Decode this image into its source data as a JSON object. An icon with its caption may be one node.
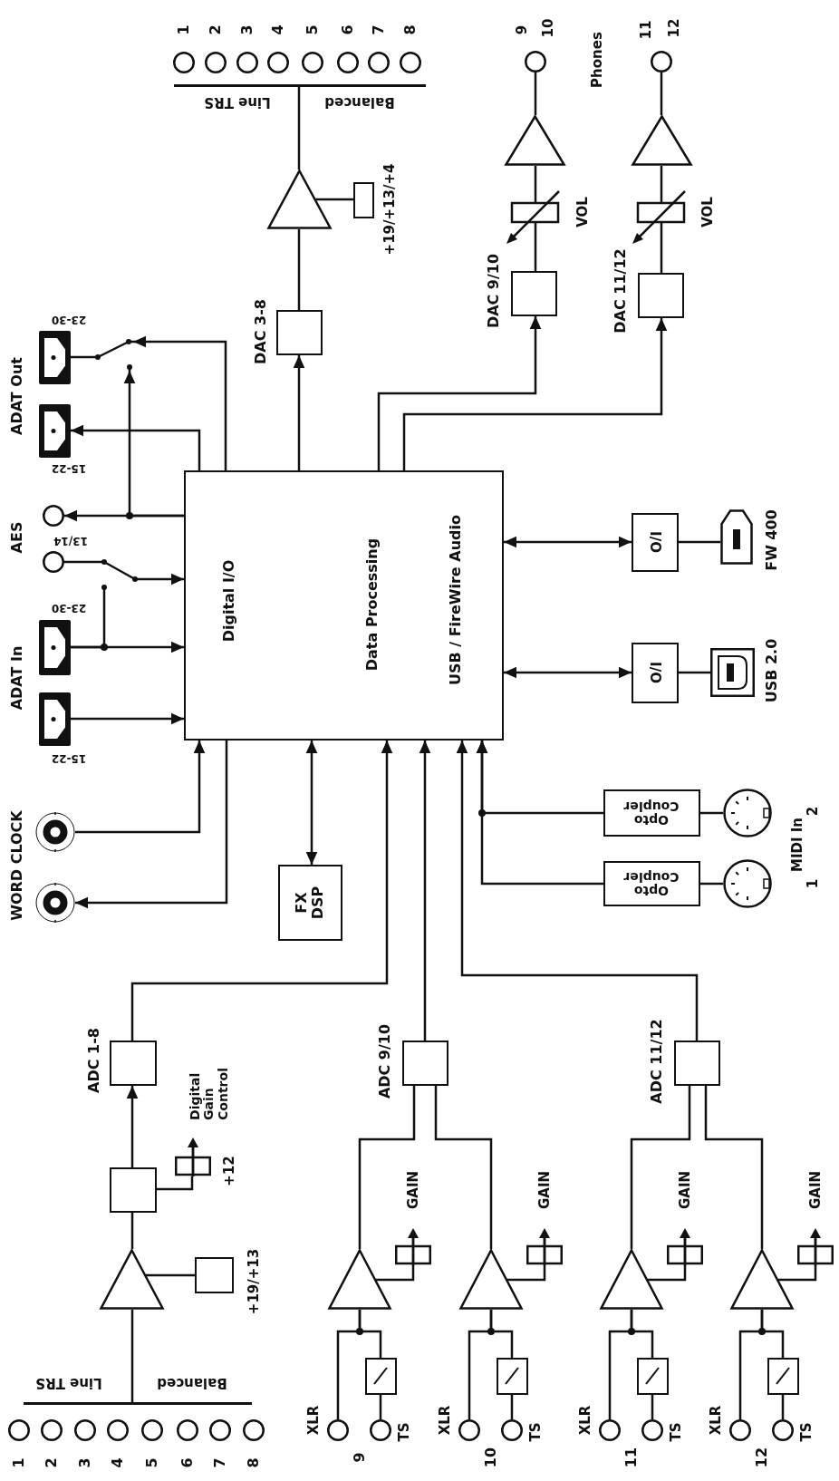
{
  "diagram": {
    "nodes": [
      {
        "text": [
          "Digital I/O",
          "Data Processing",
          "USB / FireWire Audio"
        ]
      },
      {
        "text": [],
        "shape": "circle",
        "beside": [
          "1"
        ]
      },
      {
        "text": [],
        "shape": "circle",
        "beside": [
          "2"
        ]
      },
      {
        "text": [],
        "shape": "circle",
        "beside": [
          "3"
        ]
      },
      {
        "text": [],
        "shape": "circle",
        "beside": [
          "4"
        ]
      },
      {
        "text": [],
        "shape": "circle",
        "beside": [
          "5"
        ]
      },
      {
        "text": [],
        "shape": "circle",
        "beside": [
          "6"
        ]
      },
      {
        "text": [],
        "shape": "circle",
        "beside": [
          "7"
        ]
      },
      {
        "text": [],
        "shape": "circle",
        "beside": [
          "8"
        ]
      },
      {
        "text": [],
        "shape": "bar",
        "beside": [
          "Balanced",
          "Line TRS"
        ]
      },
      {
        "text": [],
        "shape": "triangle"
      },
      {
        "text": [],
        "shape": "box",
        "beside": [
          "+19/+13/+4"
        ]
      },
      {
        "text": [],
        "shape": "box",
        "beside": [
          "DAC 3-8"
        ]
      },
      {
        "text": [],
        "shape": "circle",
        "beside": [
          "9",
          "10"
        ]
      },
      {
        "text": [],
        "shape": "circle",
        "beside": [
          "11",
          "12"
        ]
      },
      {
        "text": [],
        "shape": "triangle"
      },
      {
        "text": [],
        "shape": "box",
        "beside": [
          "VOL"
        ]
      },
      {
        "text": [],
        "shape": "box",
        "beside": [
          "DAC 9/10"
        ]
      },
      {
        "text": [],
        "shape": "triangle"
      },
      {
        "text": [],
        "shape": "box",
        "beside": [
          "VOL"
        ]
      },
      {
        "text": [],
        "shape": "box",
        "beside": [
          "DAC 11/12"
        ]
      },
      {
        "text": [],
        "shape": "connector",
        "beside": [
          "23-30"
        ]
      },
      {
        "text": [],
        "shape": "connector",
        "beside": [
          "15-22"
        ]
      },
      {
        "text": [],
        "shape": "switch"
      },
      {
        "text": [],
        "shape": "circle"
      },
      {
        "text": [],
        "shape": "circle"
      },
      {
        "text": [],
        "shape": "switch"
      },
      {
        "text": [],
        "shape": "connector",
        "beside": [
          "23-30"
        ]
      },
      {
        "text": [],
        "shape": "connector",
        "beside": [
          "15-22"
        ]
      },
      {
        "text": [],
        "shape": "connector"
      },
      {
        "text": [],
        "shape": "connector"
      },
      {
        "text": [
          "FX DSP"
        ]
      },
      {
        "text": [],
        "shape": "box",
        "beside": [
          "ADC 1-8"
        ]
      },
      {
        "text": [],
        "shape": "box"
      },
      {
        "text": [],
        "shape": "box",
        "beside": [
          "Digital Gain Control",
          "+12"
        ]
      },
      {
        "text": [],
        "shape": "triangle"
      },
      {
        "text": [],
        "shape": "box",
        "beside": [
          "+19/+13"
        ]
      },
      {
        "text": [],
        "shape": "bar",
        "beside": [
          "Balanced",
          "Line TRS"
        ]
      },
      {
        "text": [],
        "shape": "circle",
        "beside": [
          "1"
        ]
      },
      {
        "text": [],
        "shape": "circle",
        "beside": [
          "2"
        ]
      },
      {
        "text": [],
        "shape": "circle",
        "beside": [
          "3"
        ]
      },
      {
        "text": [],
        "shape": "circle",
        "beside": [
          "4"
        ]
      },
      {
        "text": [],
        "shape": "circle",
        "beside": [
          "5"
        ]
      },
      {
        "text": [],
        "shape": "circle",
        "beside": [
          "6"
        ]
      },
      {
        "text": [],
        "shape": "circle",
        "beside": [
          "7"
        ]
      },
      {
        "text": [],
        "shape": "circle",
        "beside": [
          "8"
        ]
      },
      {
        "text": [],
        "shape": "box",
        "beside": [
          "ADC 9/10"
        ]
      },
      {
        "text": [],
        "shape": "box",
        "beside": [
          "ADC 11/12"
        ]
      },
      {
        "text": [],
        "shape": "triangle"
      },
      {
        "text": [],
        "shape": "box",
        "beside": [
          "GAIN"
        ]
      },
      {
        "text": [],
        "shape": "box"
      },
      {
        "text": [],
        "shape": "circle",
        "beside": [
          "XLR"
        ]
      },
      {
        "text": [],
        "shape": "circle",
        "beside": [
          "TS"
        ]
      },
      {
        "text": [],
        "shape": "triangle"
      },
      {
        "text": [],
        "shape": "box",
        "beside": [
          "GAIN"
        ]
      },
      {
        "text": [],
        "shape": "box"
      },
      {
        "text": [],
        "shape": "circle",
        "beside": [
          "XLR"
        ]
      },
      {
        "text": [],
        "shape": "circle",
        "beside": [
          "TS"
        ]
      },
      {
        "text": [],
        "shape": "triangle"
      },
      {
        "text": [],
        "shape": "box",
        "beside": [
          "GAIN"
        ]
      },
      {
        "text": [],
        "shape": "box"
      },
      {
        "text": [],
        "shape": "circle",
        "beside": [
          "XLR"
        ]
      },
      {
        "text": [],
        "shape": "circle",
        "beside": [
          "TS"
        ]
      },
      {
        "text": [],
        "shape": "triangle"
      },
      {
        "text": [],
        "shape": "box",
        "beside": [
          "GAIN"
        ]
      },
      {
        "text": [],
        "shape": "box"
      },
      {
        "text": [],
        "shape": "circle",
        "beside": [
          "XLR"
        ]
      },
      {
        "text": [],
        "shape": "circle",
        "beside": [
          "TS"
        ]
      },
      {
        "text": [
          "Opto Coupler"
        ]
      },
      {
        "text": [
          "Opto Coupler"
        ]
      },
      {
        "text": [],
        "shape": "connector",
        "beside": [
          "2"
        ]
      },
      {
        "text": [],
        "shape": "connector",
        "beside": [
          "1"
        ]
      },
      {
        "text": [
          "I/O"
        ]
      },
      {
        "text": [
          "I/O"
        ]
      },
      {
        "text": [],
        "shape": "connector",
        "beside": [
          "FW 400"
        ]
      },
      {
        "text": [],
        "shape": "connector",
        "beside": [
          "USB 2.0"
        ]
      }
    ],
    "edges": [
      {
        "from": 0,
        "to": 12,
        "arrow": "to"
      },
      {
        "from": 12,
        "to": 10,
        "arrow": "none"
      },
      {
        "from": 10,
        "to": 9,
        "arrow": "none"
      },
      {
        "from": 10,
        "to": 11,
        "arrow": "none"
      },
      {
        "from": 0,
        "to": 17,
        "arrow": "to"
      },
      {
        "from": 17,
        "to": 16,
        "arrow": "none"
      },
      {
        "from": 16,
        "to": 15,
        "arrow": "none"
      },
      {
        "from": 15,
        "to": 13,
        "arrow": "none"
      },
      {
        "from": 0,
        "to": 20,
        "arrow": "to"
      },
      {
        "from": 20,
        "to": 19,
        "arrow": "none"
      },
      {
        "from": 19,
        "to": 18,
        "arrow": "none"
      },
      {
        "from": 18,
        "to": 14,
        "arrow": "none"
      },
      {
        "from": 0,
        "to": 22,
        "arrow": "to"
      },
      {
        "from": 0,
        "to": 23,
        "arrow": "to"
      },
      {
        "from": 23,
        "to": 21,
        "arrow": "none"
      },
      {
        "from": 0,
        "to": 24,
        "arrow": "to"
      },
      {
        "from": 0,
        "to": 23,
        "arrow": "to"
      },
      {
        "from": 25,
        "to": 26,
        "arrow": "none"
      },
      {
        "from": 26,
        "to": 0,
        "arrow": "to"
      },
      {
        "from": 27,
        "to": 0,
        "arrow": "to"
      },
      {
        "from": 27,
        "to": 26,
        "arrow": "none"
      },
      {
        "from": 28,
        "to": 0,
        "arrow": "to"
      },
      {
        "from": 29,
        "to": 0,
        "arrow": "to"
      },
      {
        "from": 0,
        "to": 30,
        "arrow": "to"
      },
      {
        "from": 0,
        "to": 31,
        "arrow": "both"
      },
      {
        "from": 32,
        "to": 0,
        "arrow": "to"
      },
      {
        "from": 33,
        "to": 32,
        "arrow": "to"
      },
      {
        "from": 33,
        "to": 34,
        "arrow": "none"
      },
      {
        "from": 35,
        "to": 33,
        "arrow": "none"
      },
      {
        "from": 35,
        "to": 36,
        "arrow": "none"
      },
      {
        "from": 37,
        "to": 35,
        "arrow": "none"
      },
      {
        "from": 46,
        "to": 0,
        "arrow": "to"
      },
      {
        "from": 47,
        "to": 0,
        "arrow": "to"
      },
      {
        "from": 48,
        "to": 46,
        "arrow": "none"
      },
      {
        "from": 48,
        "to": 49,
        "arrow": "none"
      },
      {
        "from": 51,
        "to": 48,
        "arrow": "none"
      },
      {
        "from": 50,
        "to": 48,
        "arrow": "none"
      },
      {
        "from": 52,
        "to": 50,
        "arrow": "none"
      },
      {
        "from": 53,
        "to": 46,
        "arrow": "none"
      },
      {
        "from": 53,
        "to": 54,
        "arrow": "none"
      },
      {
        "from": 56,
        "to": 53,
        "arrow": "none"
      },
      {
        "from": 55,
        "to": 53,
        "arrow": "none"
      },
      {
        "from": 57,
        "to": 55,
        "arrow": "none"
      },
      {
        "from": 58,
        "to": 47,
        "arrow": "none"
      },
      {
        "from": 58,
        "to": 59,
        "arrow": "none"
      },
      {
        "from": 61,
        "to": 58,
        "arrow": "none"
      },
      {
        "from": 60,
        "to": 58,
        "arrow": "none"
      },
      {
        "from": 62,
        "to": 60,
        "arrow": "none"
      },
      {
        "from": 63,
        "to": 47,
        "arrow": "none"
      },
      {
        "from": 63,
        "to": 64,
        "arrow": "none"
      },
      {
        "from": 66,
        "to": 63,
        "arrow": "none"
      },
      {
        "from": 65,
        "to": 63,
        "arrow": "none"
      },
      {
        "from": 67,
        "to": 65,
        "arrow": "none"
      },
      {
        "from": 68,
        "to": 0,
        "arrow": "to"
      },
      {
        "from": 69,
        "to": 0,
        "arrow": "to"
      },
      {
        "from": 70,
        "to": 68,
        "arrow": "none"
      },
      {
        "from": 71,
        "to": 69,
        "arrow": "none"
      },
      {
        "from": 0,
        "to": 72,
        "arrow": "both"
      },
      {
        "from": 0,
        "to": 73,
        "arrow": "both"
      },
      {
        "from": 72,
        "to": 74,
        "arrow": "none"
      },
      {
        "from": 73,
        "to": 75,
        "arrow": "none"
      }
    ],
    "labels": [
      "ADAT Out",
      "AES",
      "13/14",
      "ADAT In",
      "WORD CLOCK",
      "Phones",
      "MIDI In",
      "9",
      "10",
      "11",
      "12"
    ]
  }
}
